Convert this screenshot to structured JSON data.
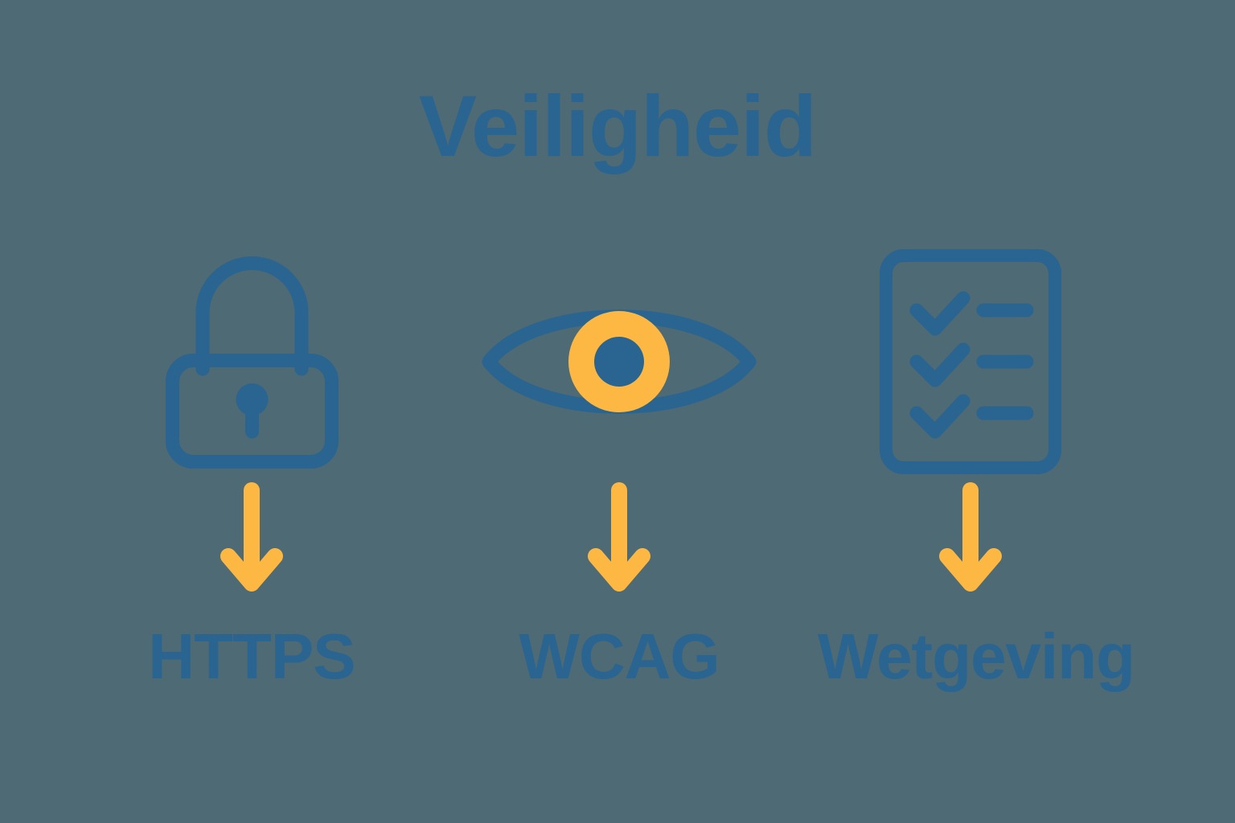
{
  "title": "Veiligheid",
  "colors": {
    "background": "#4d6a75",
    "blue": "#2a6490",
    "orange": "#fcb842",
    "pupil_blue": "#2a6490"
  },
  "columns": [
    {
      "id": "https",
      "icon": "lock-icon",
      "arrow": "down-arrow-icon",
      "label": "HTTPS"
    },
    {
      "id": "wcag",
      "icon": "eye-icon",
      "arrow": "down-arrow-icon",
      "label": "WCAG"
    },
    {
      "id": "wetgeving",
      "icon": "checklist-document-icon",
      "arrow": "down-arrow-icon",
      "label": "Wetgeving"
    }
  ]
}
